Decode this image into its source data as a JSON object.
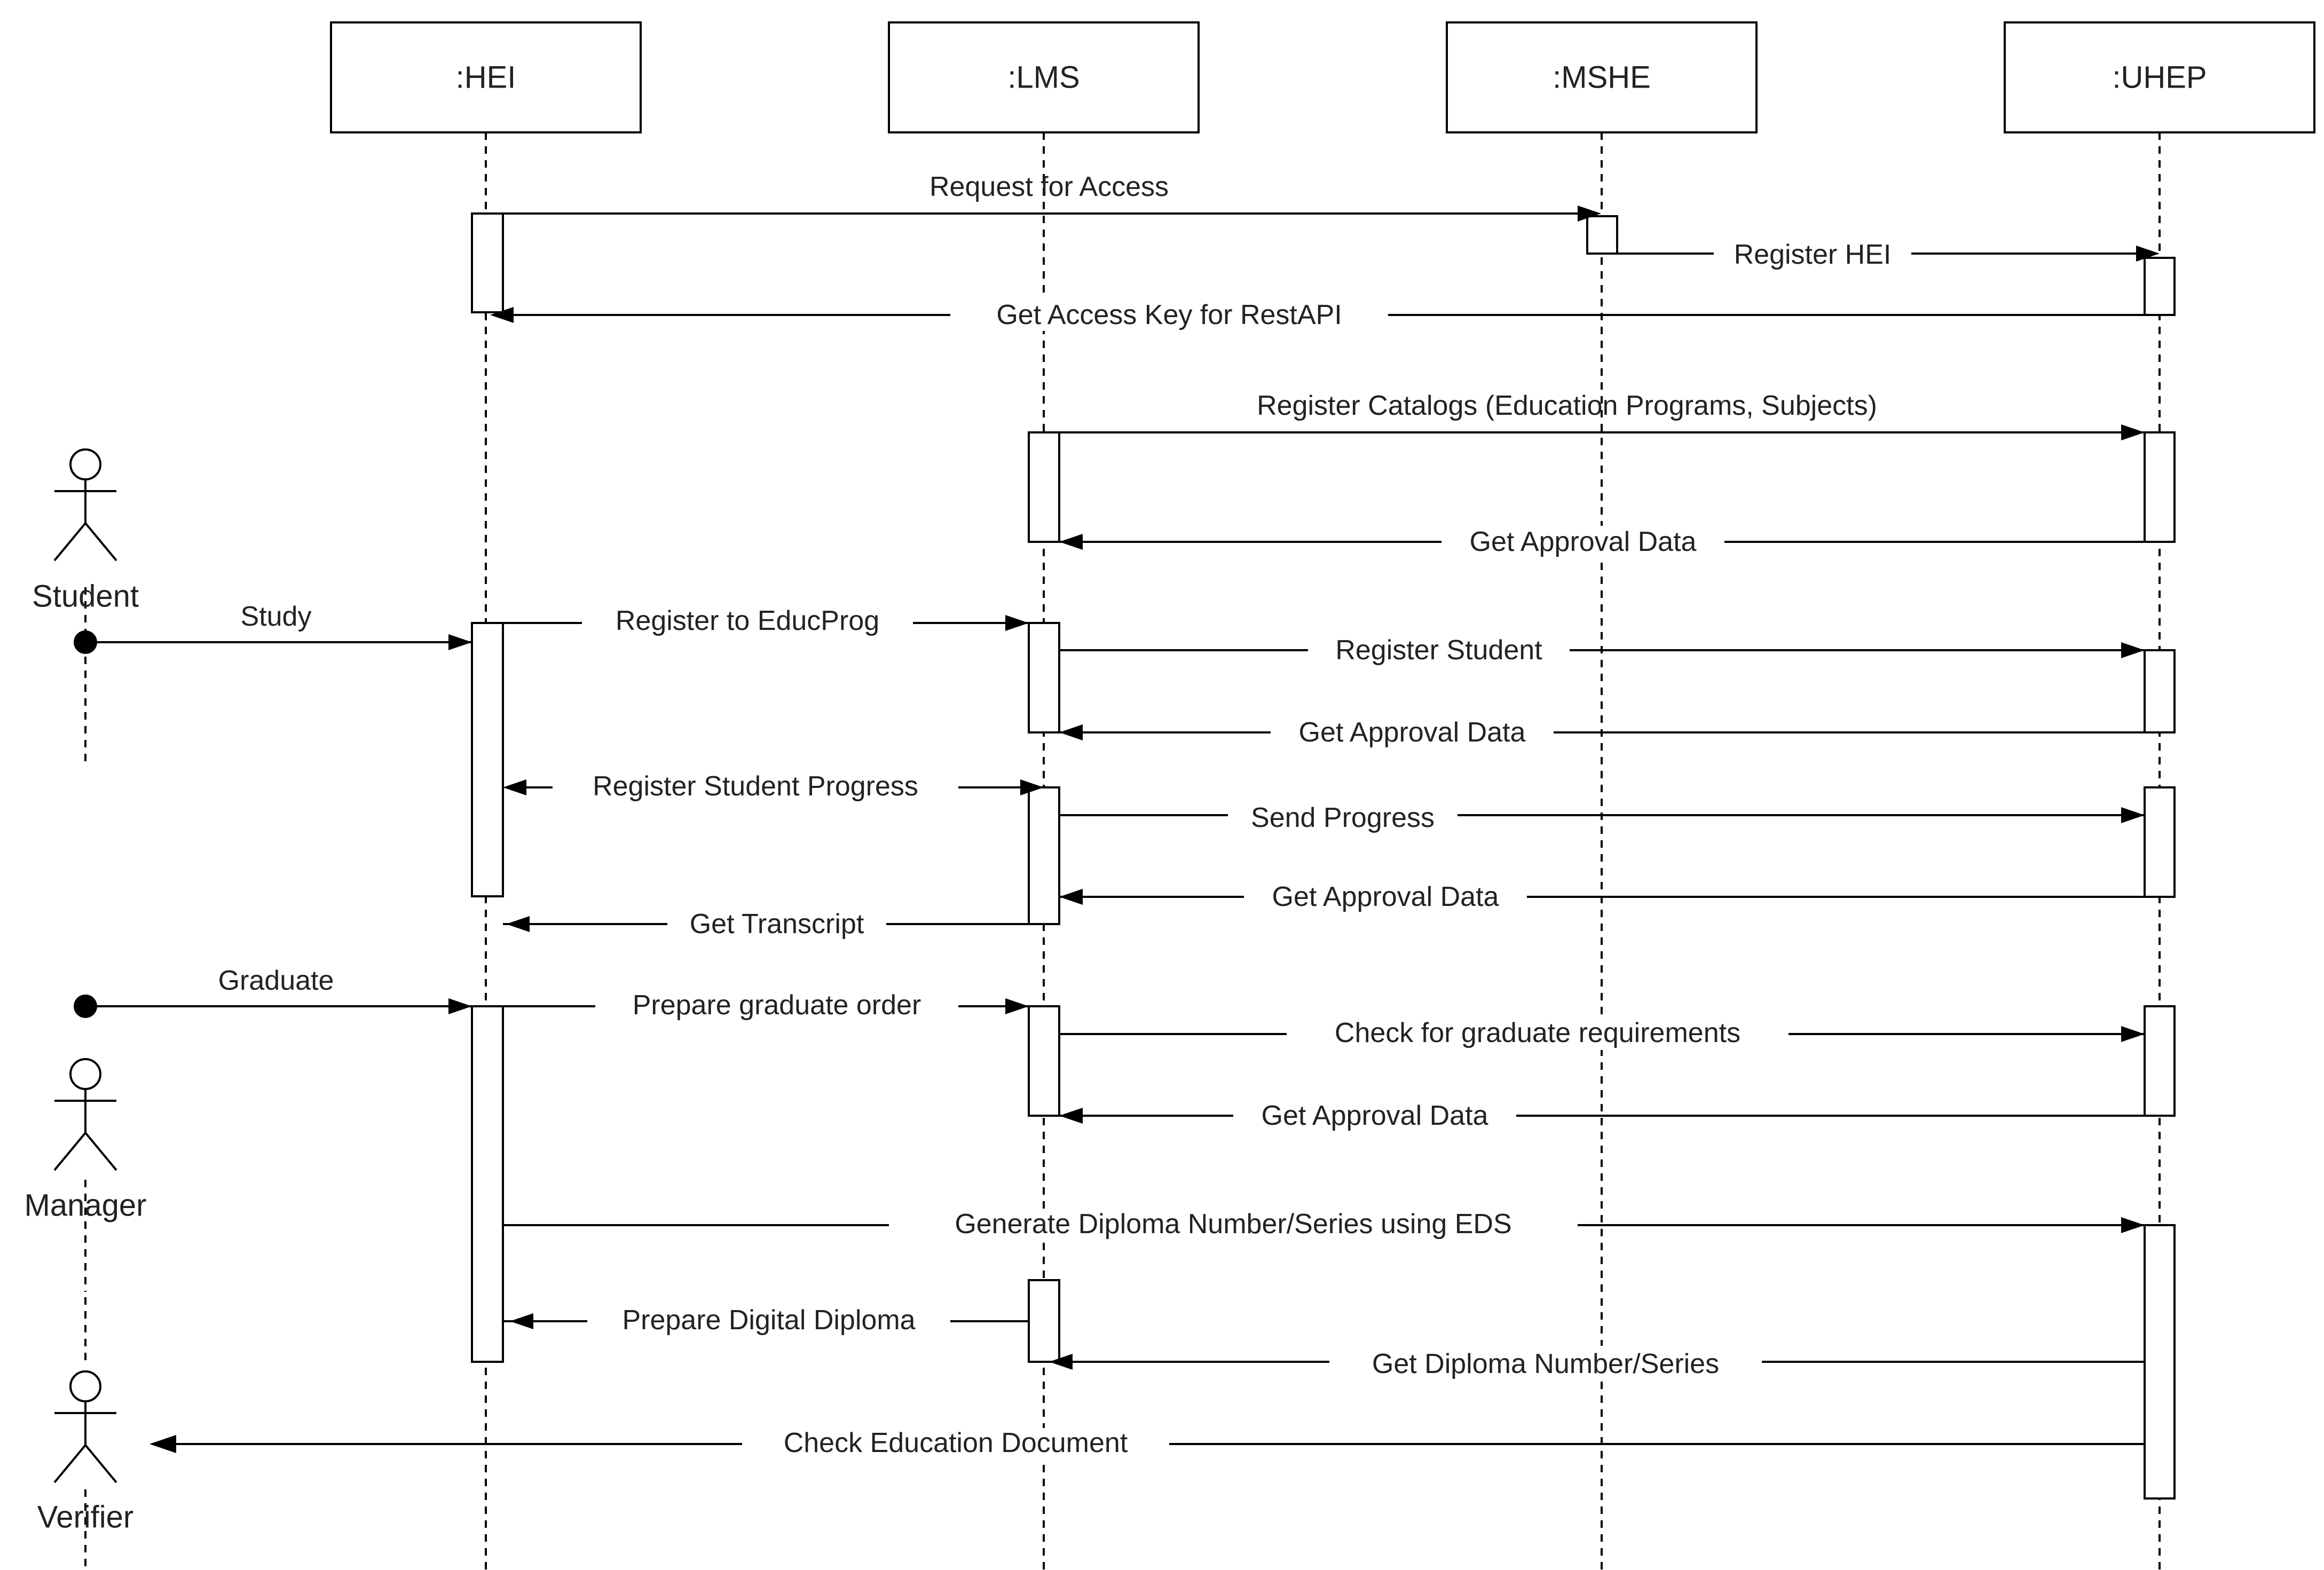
{
  "lifelines": [
    {
      "id": "hei",
      "label": ":HEI"
    },
    {
      "id": "lms",
      "label": ":LMS"
    },
    {
      "id": "mshe",
      "label": ":MSHE"
    },
    {
      "id": "uhep",
      "label": ":UHEP"
    }
  ],
  "actors": [
    {
      "id": "student",
      "label": "Student"
    },
    {
      "id": "manager",
      "label": "Manager"
    },
    {
      "id": "verifier",
      "label": "Verifier"
    }
  ],
  "messages": [
    {
      "id": "m1",
      "label": "Request for Access",
      "from": "hei",
      "to": "mshe"
    },
    {
      "id": "m2",
      "label": "Register HEI",
      "from": "mshe",
      "to": "uhep"
    },
    {
      "id": "m3",
      "label": "Get Access Key for RestAPI",
      "from": "uhep",
      "to": "hei"
    },
    {
      "id": "m4",
      "label": "Register Catalogs (Education Programs, Subjects)",
      "from": "lms",
      "to": "uhep"
    },
    {
      "id": "m5",
      "label": "Get Approval Data",
      "from": "uhep",
      "to": "lms"
    },
    {
      "id": "m6",
      "label": "Study",
      "from": "student",
      "to": "hei"
    },
    {
      "id": "m7",
      "label": "Register to EducProg",
      "from": "hei",
      "to": "lms"
    },
    {
      "id": "m8",
      "label": "Register Student",
      "from": "lms",
      "to": "uhep"
    },
    {
      "id": "m9",
      "label": "Get Approval Data",
      "from": "uhep",
      "to": "lms"
    },
    {
      "id": "m10",
      "label": "Register Student Progress",
      "from": "hei",
      "to": "lms",
      "bidirectional": true
    },
    {
      "id": "m11",
      "label": "Send Progress",
      "from": "lms",
      "to": "uhep"
    },
    {
      "id": "m12",
      "label": "Get Approval Data",
      "from": "uhep",
      "to": "lms"
    },
    {
      "id": "m13",
      "label": "Get Transcript",
      "from": "lms",
      "to": "hei"
    },
    {
      "id": "m14",
      "label": "Graduate",
      "from": "manager",
      "to": "hei"
    },
    {
      "id": "m15",
      "label": "Prepare graduate order",
      "from": "hei",
      "to": "lms"
    },
    {
      "id": "m16",
      "label": "Check for graduate requirements",
      "from": "lms",
      "to": "uhep"
    },
    {
      "id": "m17",
      "label": "Get Approval Data",
      "from": "uhep",
      "to": "lms"
    },
    {
      "id": "m18",
      "label": "Generate Diploma Number/Series using EDS",
      "from": "hei",
      "to": "uhep"
    },
    {
      "id": "m19",
      "label": "Prepare Digital Diploma",
      "from": "lms",
      "to": "hei"
    },
    {
      "id": "m20",
      "label": "Get Diploma Number/Series",
      "from": "uhep",
      "to": "lms"
    },
    {
      "id": "m21",
      "label": "Check Education Document",
      "from": "uhep",
      "to": "verifier"
    }
  ]
}
